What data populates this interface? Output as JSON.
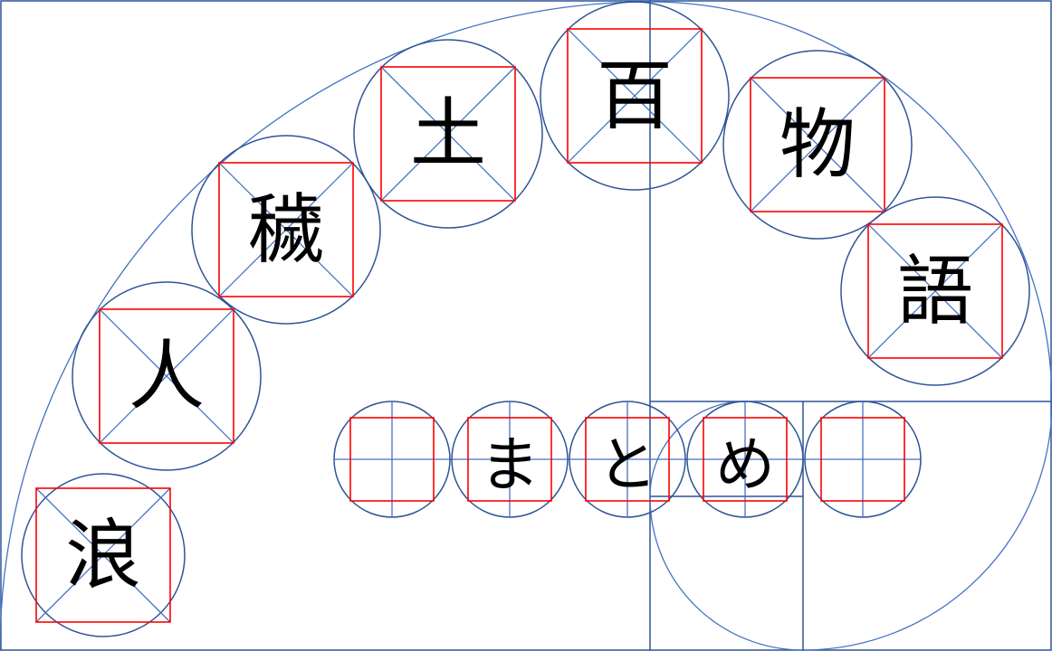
{
  "title_chars": [
    "浪",
    "人",
    "穢",
    "土",
    "百",
    "物",
    "語"
  ],
  "subtitle_chars": [
    "",
    "ま",
    "と",
    "め",
    ""
  ],
  "colors": {
    "guide": "#4472c4",
    "frame": "#2f5597",
    "box": "#ff0000"
  }
}
